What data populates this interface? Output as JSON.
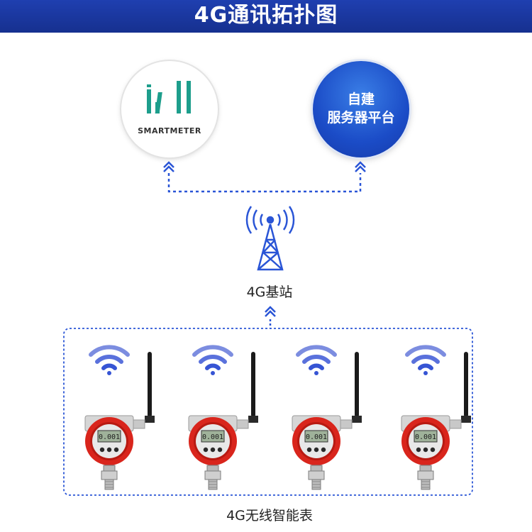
{
  "header": {
    "title": "4G通讯拓扑图"
  },
  "left_node": {
    "logo_text": "SMARTMETER",
    "icon": "bar-chart-logo"
  },
  "right_node": {
    "line1": "自建",
    "line2": "服务器平台"
  },
  "tower": {
    "label": "4G基站",
    "icon": "cell-tower-icon"
  },
  "devices": {
    "label": "4G无线智能表",
    "items": [
      {
        "icon": "pressure-meter-icon",
        "signal_icon": "wifi-signal-icon"
      },
      {
        "icon": "pressure-meter-icon",
        "signal_icon": "wifi-signal-icon"
      },
      {
        "icon": "pressure-meter-icon",
        "signal_icon": "wifi-signal-icon"
      },
      {
        "icon": "pressure-meter-icon",
        "signal_icon": "wifi-signal-icon"
      }
    ]
  },
  "colors": {
    "banner": "#1f3fb0",
    "accent_blue": "#2a55d6",
    "meter_red": "#d9251c",
    "logo_teal": "#1d9e8c"
  }
}
